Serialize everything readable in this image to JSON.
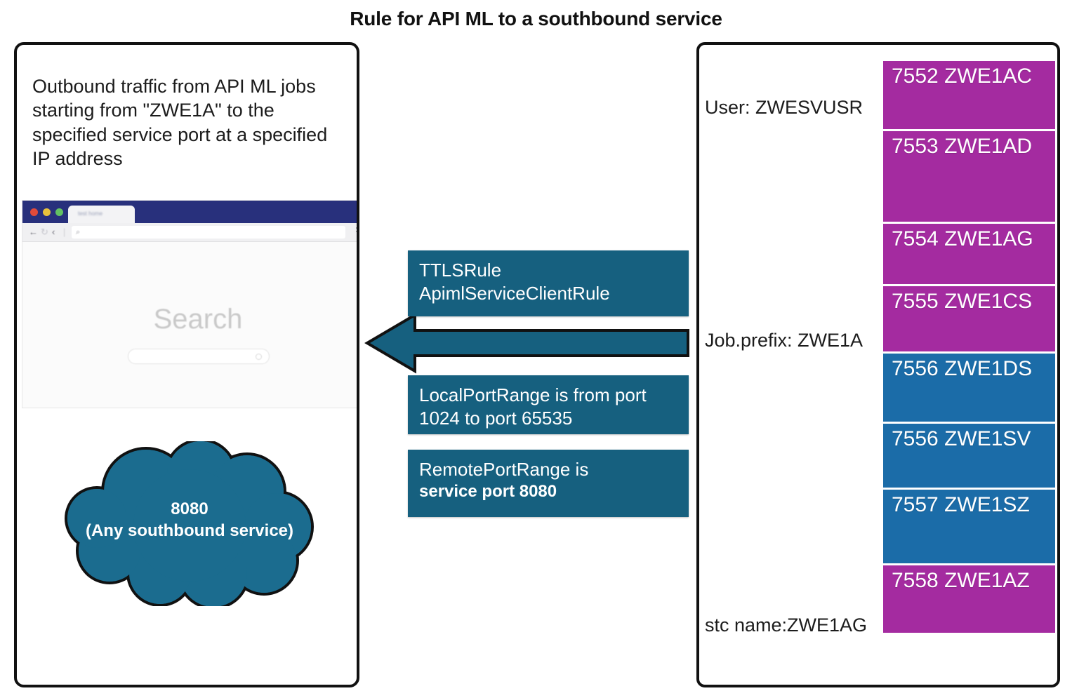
{
  "title": "Rule for API ML to a southbound service",
  "left_panel": {
    "description": "Outbound traffic from API ML jobs starting from \"ZWE1A\" to the specified service port at a specified IP address",
    "browser_mock": {
      "tab_label": "test home",
      "search_heading": "Search",
      "search_placeholder": "",
      "nav": {
        "back": "←",
        "reload": "↻",
        "forward": "‹",
        "divider": "|",
        "search_icon": "⌕"
      }
    },
    "cloud": {
      "line1": "8080",
      "line2": "(Any southbound service)"
    }
  },
  "callouts": [
    {
      "id": "rule",
      "line1": "TTLSRule",
      "line2": "ApimlServiceClientRule"
    },
    {
      "id": "localport",
      "line1": "LocalPortRange is from port",
      "line2": "1024 to port 65535"
    },
    {
      "id": "remoteport",
      "line1": "RemotePortRange is",
      "line2": "service port 8080"
    }
  ],
  "right_panel": {
    "user_label": "User: ZWESVUSR",
    "job_prefix_label": "Job.prefix: ZWE1A",
    "stc_name_label": "stc name:ZWE1AG",
    "ports": [
      {
        "port": "7552",
        "name": "ZWE1AC",
        "color": "purple",
        "height": 97
      },
      {
        "port": "7553",
        "name": "ZWE1AD",
        "color": "purple",
        "height": 129
      },
      {
        "port": "7554",
        "name": "ZWE1AG",
        "color": "purple",
        "height": 86
      },
      {
        "port": "7555",
        "name": "ZWE1CS",
        "color": "purple",
        "height": 93
      },
      {
        "port": "7556",
        "name": "ZWE1DS",
        "color": "blue",
        "height": 97
      },
      {
        "port": "7556",
        "name": "ZWE1SV",
        "color": "blue",
        "height": 91
      },
      {
        "port": "7557",
        "name": "ZWE1SZ",
        "color": "blue",
        "height": 105
      },
      {
        "port": "7558",
        "name": "ZWE1AZ",
        "color": "purple",
        "height": 96
      }
    ]
  },
  "colors": {
    "teal": "#16607f",
    "purple": "#a42ba0",
    "blue": "#1b6ca8",
    "cloud": "#1b6c8f",
    "browser_titlebar": "#28307c",
    "border": "#111111"
  }
}
